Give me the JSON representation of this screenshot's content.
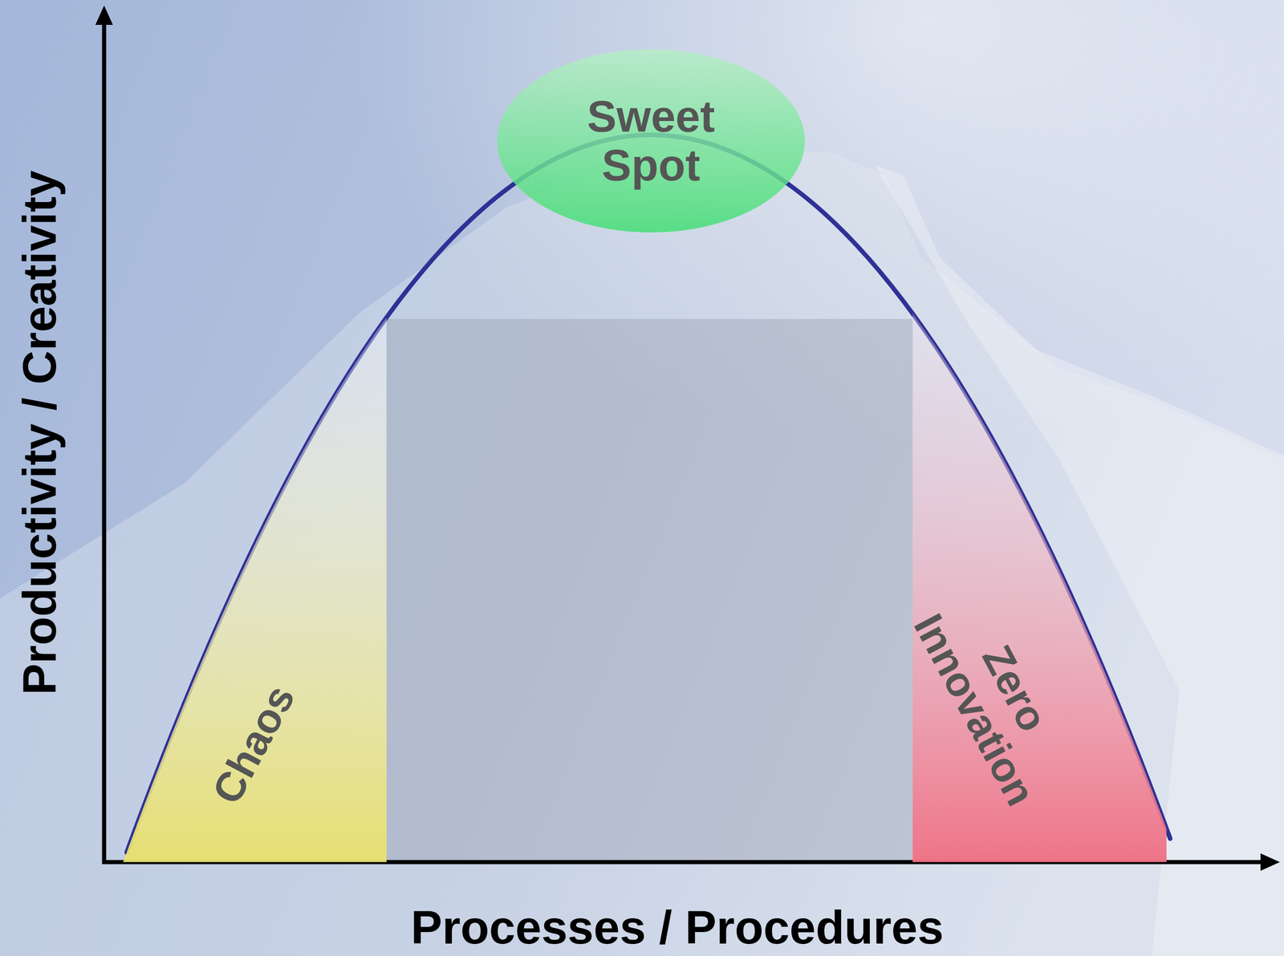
{
  "diagram": {
    "nodes": [
      {
        "text": [
          "Sweet Spot"
        ]
      },
      {
        "text": [
          "Chaos"
        ]
      },
      {
        "text": [
          "Zero Innovation"
        ]
      }
    ],
    "labels": [
      "Productivity / Creativity",
      "Processes / Procedures"
    ]
  }
}
